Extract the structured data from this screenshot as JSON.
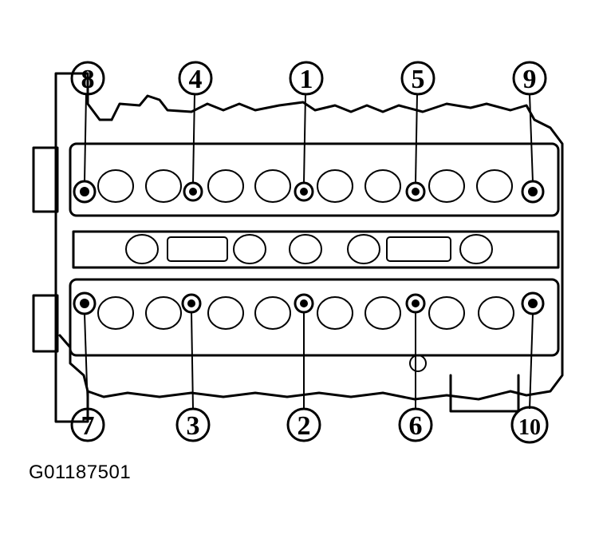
{
  "figure": {
    "code": "G01187501"
  },
  "callouts": [
    {
      "label": "1",
      "bolt": "top-center"
    },
    {
      "label": "2",
      "bolt": "bottom-center"
    },
    {
      "label": "3",
      "bolt": "bottom-left-inner"
    },
    {
      "label": "4",
      "bolt": "top-left-inner"
    },
    {
      "label": "5",
      "bolt": "top-right-inner"
    },
    {
      "label": "6",
      "bolt": "bottom-right-inner"
    },
    {
      "label": "7",
      "bolt": "bottom-left-outer"
    },
    {
      "label": "8",
      "bolt": "top-left-outer"
    },
    {
      "label": "9",
      "bolt": "top-right-outer"
    },
    {
      "label": "10",
      "bolt": "bottom-right-outer"
    }
  ]
}
